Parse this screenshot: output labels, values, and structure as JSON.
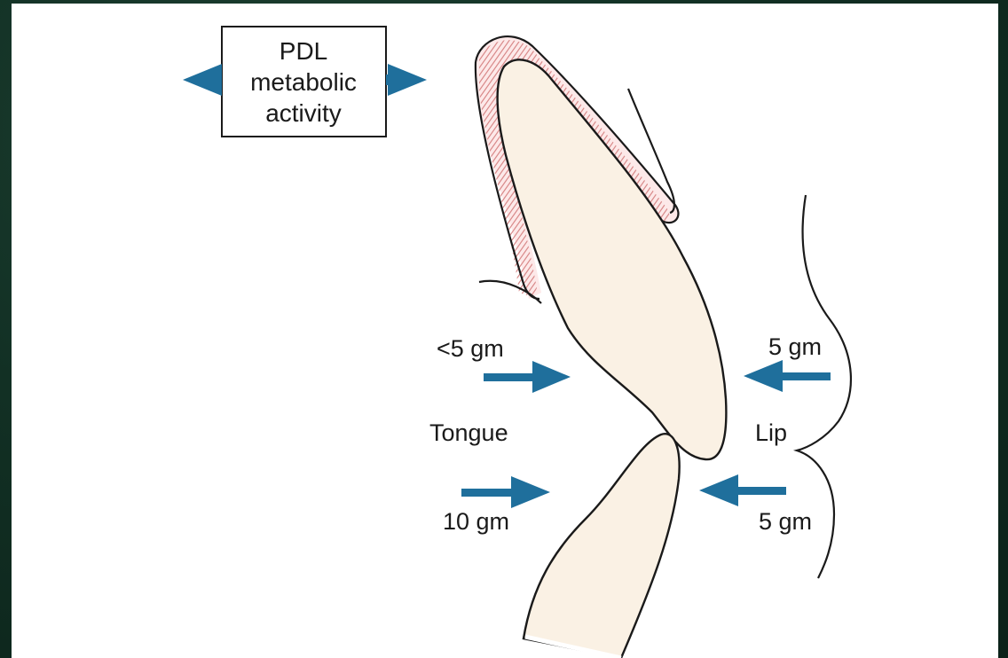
{
  "pdl_box": {
    "line1": "PDL",
    "line2": "metabolic",
    "line3": "activity"
  },
  "labels": {
    "tongue": "Tongue",
    "lip": "Lip",
    "tongue_upper_force": "<5 gm",
    "tongue_lower_force": "10 gm",
    "lip_upper_force": "5 gm",
    "lip_lower_force": "5 gm"
  },
  "colors": {
    "arrow": "#1f6f9c",
    "tooth_fill": "#faf1e4",
    "pdl_hatch": "#d98a8a",
    "outline": "#1a1a1a",
    "background": "#0f2a1f"
  }
}
